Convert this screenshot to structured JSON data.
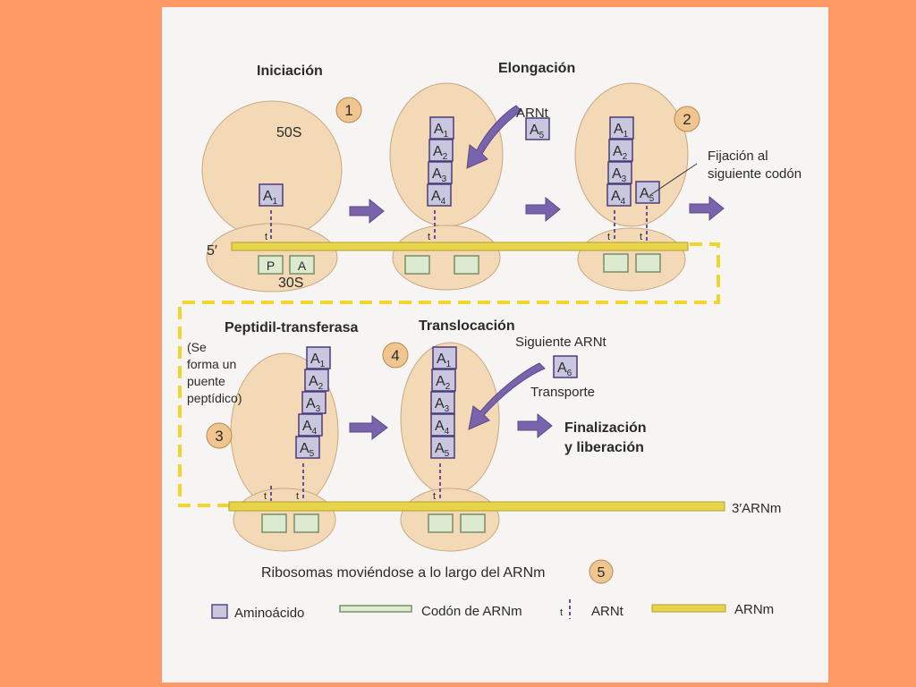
{
  "colors": {
    "background": "#ff9966",
    "ribosome": "#f3d9b5",
    "amino_acid": "#c9c6e0",
    "codon": "#dcebd0",
    "mrna": "#e8d44a",
    "trna": "#6b4e9b",
    "arrow": "#7a63ad",
    "circle": "#f1c58f",
    "dashed_path": "#f2d52a"
  },
  "headings": {
    "iniciacion": "Iniciación",
    "elongacion": "Elongación",
    "peptidil": "Peptidil-transferasa",
    "translocacion": "Translocación"
  },
  "steps": [
    "1",
    "2",
    "3",
    "4",
    "5"
  ],
  "labels": {
    "subunit_large": "50S",
    "subunit_small": "30S",
    "site_p": "P",
    "site_a": "A",
    "five_prime": "5′",
    "three_prime": "3′ARNm",
    "trna_label": "ARNt",
    "fijacion_1": "Fijación al",
    "fijacion_2": "siguiente codón",
    "se_forma_1": "(Se",
    "se_forma_2": "forma un",
    "se_forma_3": "puente",
    "se_forma_4": "peptídico)",
    "siguiente_arnt": "Siguiente ARNt",
    "transporte": "Transporte",
    "finalizacion_1": "Finalización",
    "finalizacion_2": "y liberación",
    "ribosomas": "Ribosomas moviéndose a lo largo del ARNm",
    "trna_mark": "t"
  },
  "amino": {
    "letter": "A",
    "subs": [
      "1",
      "2",
      "3",
      "4",
      "5",
      "6"
    ]
  },
  "legend": {
    "aminoacido": "Aminoácido",
    "codon": "Codón de ARNm",
    "arnt": "ARNt",
    "arnm": "ARNm"
  }
}
